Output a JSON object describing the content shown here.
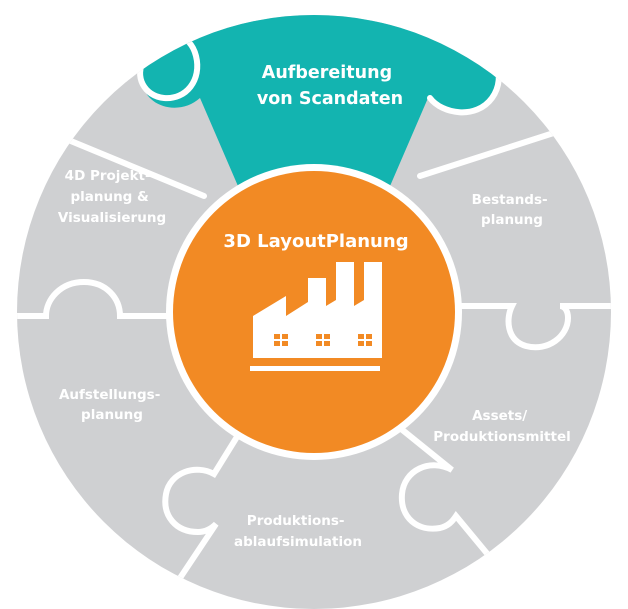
{
  "colors": {
    "segment_gray": "#cfd0d2",
    "separator": "#ffffff",
    "active_teal": "#13b4b0",
    "center_orange": "#f28a24",
    "text_white": "#ffffff"
  },
  "center": {
    "title": "3D LayoutPlanung",
    "icon": "factory-icon"
  },
  "segments": {
    "top": {
      "lines": [
        "Aufbereitung",
        "von Scandaten"
      ],
      "active": true
    },
    "top_right": {
      "lines": [
        "Bestands-",
        "planung"
      ],
      "active": false
    },
    "bottom_right": {
      "lines": [
        "Assets/",
        "Produktionsmittel"
      ],
      "active": false
    },
    "bottom": {
      "lines": [
        "Produktions-",
        "ablaufsimulation"
      ],
      "active": false
    },
    "left": {
      "lines": [
        "Aufstellungs-",
        "planung"
      ],
      "active": false
    },
    "top_left": {
      "lines": [
        "4D Projekt-",
        "planung &",
        "Visualisierung"
      ],
      "active": false
    }
  }
}
